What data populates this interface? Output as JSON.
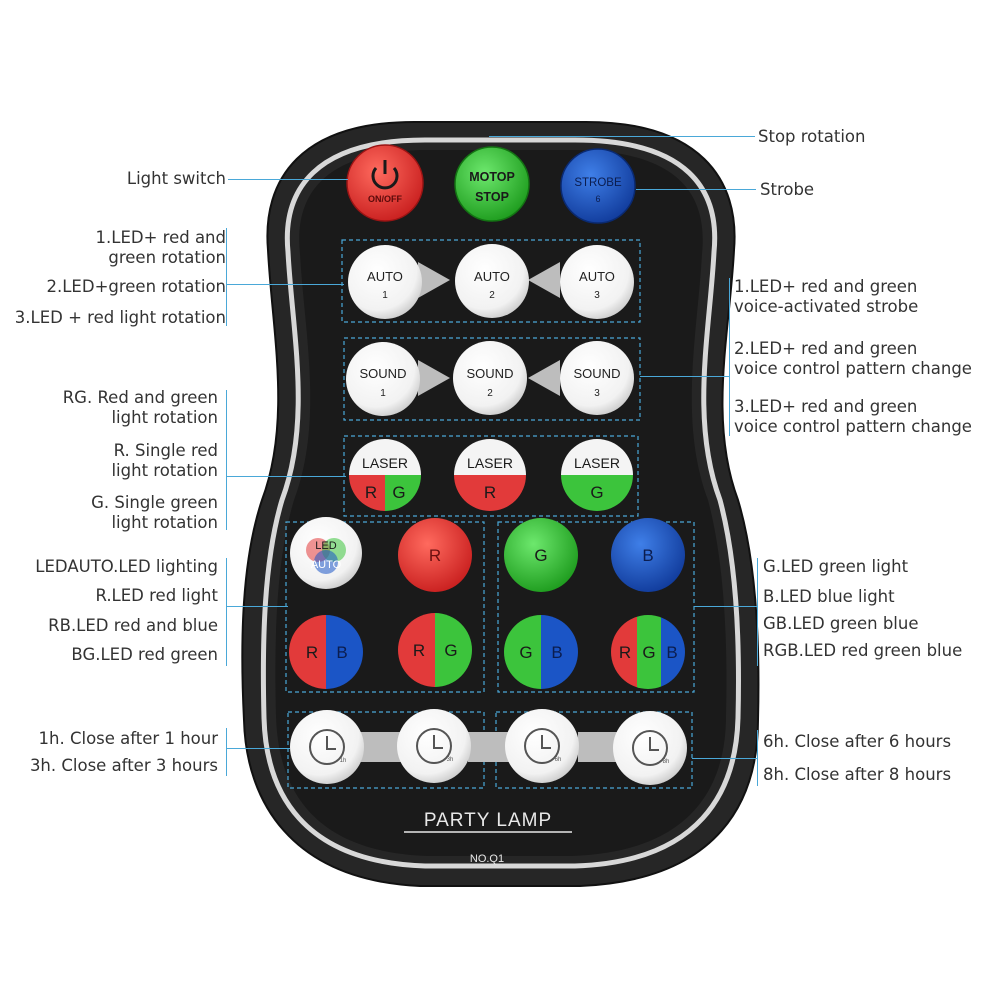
{
  "remote": {
    "brand": "PARTY LAMP",
    "model": "NO.Q1",
    "rows": {
      "top": [
        {
          "line1": "ON/OFF",
          "icon": "power-icon",
          "color": "#e23a3a"
        },
        {
          "line1": "MOTOP",
          "line2": "STOP",
          "color": "#3cc43c"
        },
        {
          "line1": "STROBE",
          "line2": "6",
          "color": "#1b55c6"
        }
      ],
      "auto": [
        {
          "line1": "AUTO",
          "line2": "1"
        },
        {
          "line1": "AUTO",
          "line2": "2"
        },
        {
          "line1": "AUTO",
          "line2": "3"
        }
      ],
      "sound": [
        {
          "line1": "SOUND",
          "line2": "1"
        },
        {
          "line1": "SOUND",
          "line2": "2"
        },
        {
          "line1": "SOUND",
          "line2": "3"
        }
      ],
      "laser": [
        {
          "top": "LASER",
          "letters": [
            "R",
            "G"
          ]
        },
        {
          "top": "LASER",
          "letters": [
            "R"
          ]
        },
        {
          "top": "LASER",
          "letters": [
            "G"
          ]
        }
      ],
      "color_left": [
        {
          "letters": [
            "LED",
            "AUTO"
          ],
          "style": "multi"
        },
        {
          "letters": [
            "R"
          ],
          "style": "red"
        },
        {
          "letters": [
            "R",
            "B"
          ],
          "style": "rb"
        },
        {
          "letters": [
            "R",
            "G"
          ],
          "style": "rg"
        }
      ],
      "color_right": [
        {
          "letters": [
            "G"
          ],
          "style": "green"
        },
        {
          "letters": [
            "B"
          ],
          "style": "blue"
        },
        {
          "letters": [
            "G",
            "B"
          ],
          "style": "gb"
        },
        {
          "letters": [
            "R",
            "G",
            "B"
          ],
          "style": "rgb"
        }
      ],
      "timers": [
        {
          "sub": "1h",
          "icon": "clock-icon"
        },
        {
          "sub": "3h",
          "icon": "clock-icon"
        },
        {
          "sub": "6h",
          "icon": "clock-icon"
        },
        {
          "sub": "8h",
          "icon": "clock-icon"
        }
      ]
    }
  },
  "annotations": {
    "stop_rotation": "Stop rotation",
    "light_switch": "Light switch",
    "strobe": "Strobe",
    "auto_left": [
      "1.LED+ red and",
      "green rotation",
      "2.LED+green rotation",
      "3.LED + red light rotation"
    ],
    "sound_right": [
      "1.LED+ red and green",
      "voice-activated strobe",
      "2.LED+ red and green",
      "voice control pattern change",
      "3.LED+ red and green",
      "voice control pattern change"
    ],
    "laser_left": [
      "RG. Red and green",
      "light rotation",
      "R. Single red",
      "light rotation",
      "G. Single green",
      "light rotation"
    ],
    "color_left": [
      "LEDAUTO.LED lighting",
      "R.LED red light",
      "RB.LED red and blue",
      "BG.LED red green"
    ],
    "color_right": [
      "G.LED green light",
      "B.LED blue light",
      "GB.LED green blue",
      "RGB.LED red green blue"
    ],
    "timer_left": [
      "1h. Close after 1 hour",
      "3h. Close after 3 hours"
    ],
    "timer_right": [
      "6h. Close after 6 hours",
      "8h. Close after 8 hours"
    ]
  },
  "colors": {
    "body": "#1a1a1a",
    "rim": "#d8d8d8",
    "red": "#e23a3a",
    "green": "#3cc43c",
    "blue": "#1b55c6",
    "guide": "#4aa8d8"
  }
}
